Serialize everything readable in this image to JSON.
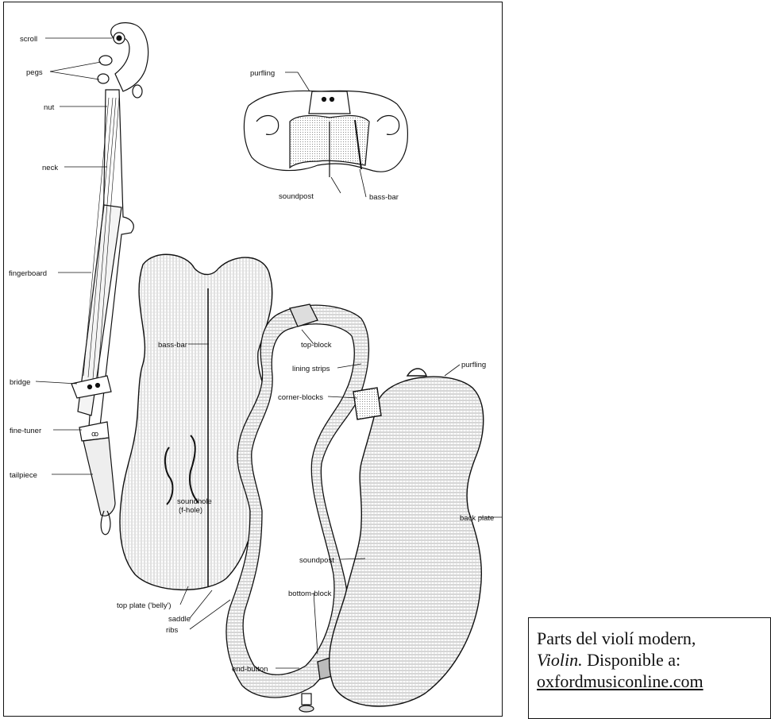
{
  "diagram": {
    "labels": {
      "scroll": "scroll",
      "pegs": "pegs",
      "nut": "nut",
      "neck": "neck",
      "fingerboard": "fingerboard",
      "bridge": "bridge",
      "fine_tuner": "fine-tuner",
      "tailpiece": "tailpiece",
      "purfling_top": "purfling",
      "soundpost_top": "soundpost",
      "bass_bar_top": "bass-bar",
      "bass_bar_belly": "bass-bar",
      "soundhole": "soundhole",
      "soundhole_sub": "(f-hole)",
      "top_plate": "top plate ('belly')",
      "saddle": "saddle",
      "ribs": "ribs",
      "top_block": "top-block",
      "lining_strips": "lining strips",
      "corner_blocks": "corner-blocks",
      "purfling_back": "purfling",
      "back_plate": "back plate",
      "soundpost_back": "soundpost",
      "bottom_block": "bottom-block",
      "end_button": "end-button"
    }
  },
  "caption": {
    "line1": "Parts del violí modern,",
    "italic_title": "Violin.",
    "line2_rest": " Disponible a:",
    "link": "oxfordmusiconline.com"
  }
}
